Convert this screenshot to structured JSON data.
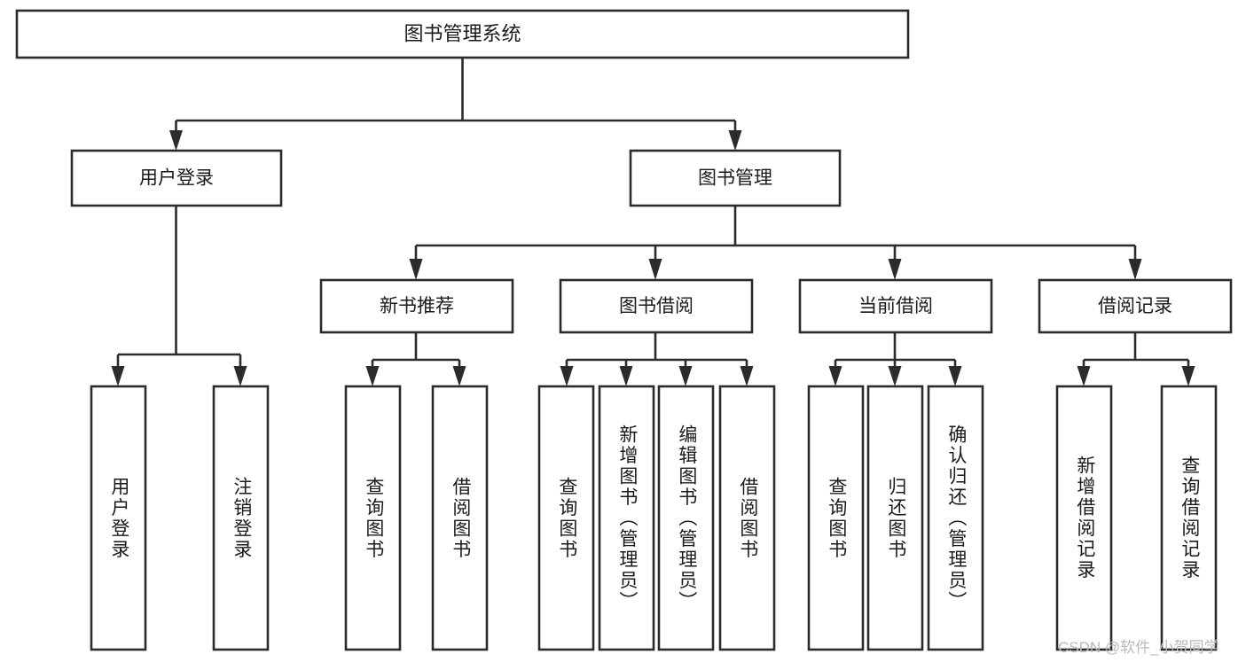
{
  "diagram": {
    "title": "图书管理系统",
    "type": "hierarchy-tree",
    "orientation": "top-down",
    "accent_color": "#2b2b2b",
    "background_color": "#ffffff",
    "levels": [
      {
        "level": 1,
        "nodes": [
          {
            "id": "root",
            "label": "图书管理系统",
            "orientation": "horizontal"
          }
        ]
      },
      {
        "level": 2,
        "nodes": [
          {
            "id": "login",
            "label": "用户登录",
            "orientation": "horizontal",
            "parent": "root"
          },
          {
            "id": "bookmgmt",
            "label": "图书管理",
            "orientation": "horizontal",
            "parent": "root"
          }
        ]
      },
      {
        "level": 3,
        "nodes": [
          {
            "id": "newbook",
            "label": "新书推荐",
            "orientation": "horizontal",
            "parent": "bookmgmt"
          },
          {
            "id": "borrow",
            "label": "图书借阅",
            "orientation": "horizontal",
            "parent": "bookmgmt"
          },
          {
            "id": "current",
            "label": "当前借阅",
            "orientation": "horizontal",
            "parent": "bookmgmt"
          },
          {
            "id": "records",
            "label": "借阅记录",
            "orientation": "horizontal",
            "parent": "bookmgmt"
          }
        ]
      },
      {
        "level": 4,
        "nodes": [
          {
            "id": "leaf-1",
            "label": "用户登录",
            "orientation": "vertical",
            "parent": "login"
          },
          {
            "id": "leaf-2",
            "label": "注销登录",
            "orientation": "vertical",
            "parent": "login"
          },
          {
            "id": "leaf-3",
            "label": "查询图书",
            "orientation": "vertical",
            "parent": "newbook"
          },
          {
            "id": "leaf-4",
            "label": "借阅图书",
            "orientation": "vertical",
            "parent": "newbook"
          },
          {
            "id": "leaf-5",
            "label": "查询图书",
            "orientation": "vertical",
            "parent": "borrow"
          },
          {
            "id": "leaf-6",
            "label": "新增图书（管理员）",
            "orientation": "vertical",
            "parent": "borrow"
          },
          {
            "id": "leaf-7",
            "label": "编辑图书（管理员）",
            "orientation": "vertical",
            "parent": "borrow"
          },
          {
            "id": "leaf-8",
            "label": "借阅图书",
            "orientation": "vertical",
            "parent": "borrow"
          },
          {
            "id": "leaf-9",
            "label": "查询图书",
            "orientation": "vertical",
            "parent": "current"
          },
          {
            "id": "leaf-10",
            "label": "归还图书",
            "orientation": "vertical",
            "parent": "current"
          },
          {
            "id": "leaf-11",
            "label": "确认归还（管理员）",
            "orientation": "vertical",
            "parent": "current"
          },
          {
            "id": "leaf-12",
            "label": "新增借阅记录",
            "orientation": "vertical",
            "parent": "records"
          },
          {
            "id": "leaf-13",
            "label": "查询借阅记录",
            "orientation": "vertical",
            "parent": "records"
          }
        ]
      }
    ]
  },
  "watermark": {
    "text": "CSDN @软件_小贺同学"
  }
}
